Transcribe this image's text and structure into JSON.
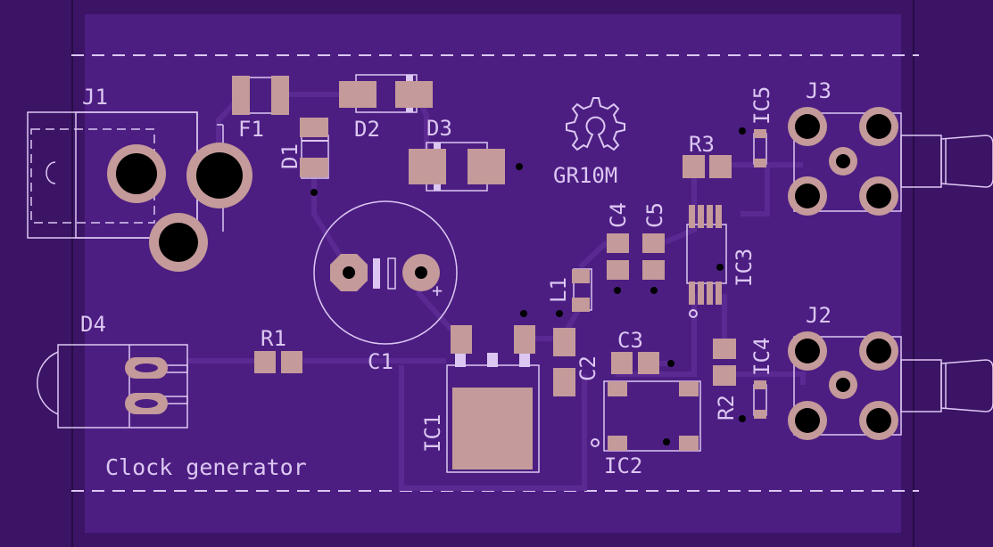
{
  "board": {
    "name": "GR10M",
    "title": "Clock generator"
  },
  "labels": {
    "j1": "J1",
    "j2": "J2",
    "j3": "J3",
    "f1": "F1",
    "d1": "D1",
    "d2": "D2",
    "d3": "D3",
    "d4": "D4",
    "c1": "C1",
    "c2": "C2",
    "c3": "C3",
    "c4": "C4",
    "c5": "C5",
    "r1": "R1",
    "r2": "R2",
    "r3": "R3",
    "l1": "L1",
    "ic1": "IC1",
    "ic2": "IC2",
    "ic3": "IC3",
    "ic4": "IC4",
    "ic5": "IC5",
    "plus": "+"
  },
  "colors": {
    "background": "#3c1466",
    "board": "#4c1e82",
    "pad": "#c49a9a",
    "silk": "#dcc7f2",
    "trace": "#5a2a92",
    "hole": "#000000"
  },
  "icons": [
    "oshw-gear-logo-icon"
  ]
}
